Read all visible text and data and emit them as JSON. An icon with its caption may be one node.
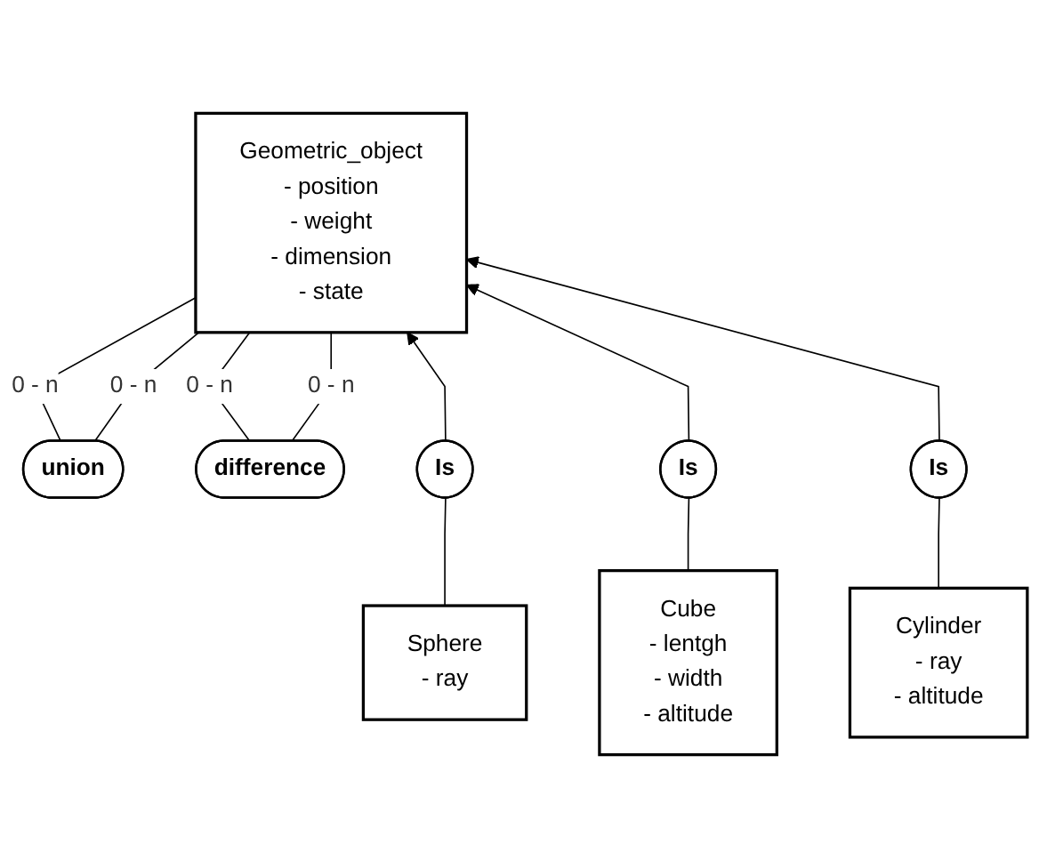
{
  "diagram": {
    "nodes": [
      {
        "text": [
          "Geometric_object",
          "- position",
          "- weight",
          "- dimension",
          "- state"
        ]
      },
      {
        "text": [
          "union"
        ]
      },
      {
        "text": [
          "difference"
        ]
      },
      {
        "text": [
          "Is"
        ]
      },
      {
        "text": [
          "Is"
        ]
      },
      {
        "text": [
          "Is"
        ]
      },
      {
        "text": [
          "Sphere",
          "- ray"
        ]
      },
      {
        "text": [
          "Cube",
          "- lentgh",
          "- width",
          "- altitude"
        ]
      },
      {
        "text": [
          "Cylinder",
          "- ray",
          "- altitude"
        ]
      }
    ],
    "edges": [
      {
        "from": 1,
        "to": 0,
        "arrow": "none",
        "label": "0 - n"
      },
      {
        "from": 1,
        "to": 0,
        "arrow": "none",
        "label": "0 - n"
      },
      {
        "from": 2,
        "to": 0,
        "arrow": "none",
        "label": "0 - n"
      },
      {
        "from": 2,
        "to": 0,
        "arrow": "none",
        "label": "0 - n"
      },
      {
        "from": 3,
        "to": 0,
        "arrow": "to"
      },
      {
        "from": 4,
        "to": 0,
        "arrow": "to"
      },
      {
        "from": 5,
        "to": 0,
        "arrow": "to"
      },
      {
        "from": 6,
        "to": 3,
        "arrow": "none"
      },
      {
        "from": 7,
        "to": 4,
        "arrow": "none"
      },
      {
        "from": 8,
        "to": 5,
        "arrow": "none"
      }
    ]
  }
}
